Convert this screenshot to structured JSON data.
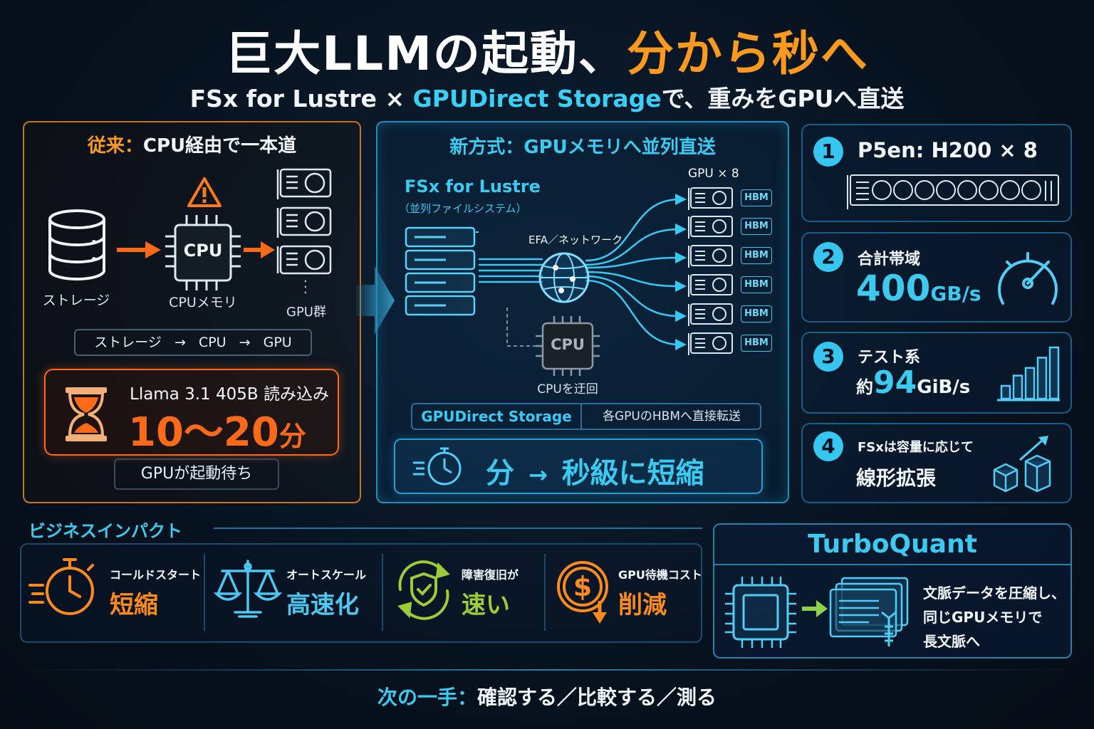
{
  "title": {
    "part1": "巨大LLMの起動、",
    "part2": "分から秒へ"
  },
  "subtitle": {
    "part1": "FSx for Lustre × ",
    "part2": "GPUDirect Storage",
    "part3": "で、重みをGPUへ直送"
  },
  "left_panel": {
    "header_prefix": "従来：",
    "header_rest": "CPU経由で一本道",
    "storage_label": "ストレージ",
    "cpu_chip": "CPU",
    "cpu_label": "CPUメモリ",
    "gpu_label": "GPU群",
    "flow_storage": "ストレージ",
    "flow_arrow1": "→",
    "flow_cpu": "CPU",
    "flow_arrow2": "→",
    "flow_gpu": "GPU",
    "load_label": "Llama 3.1 405B 読み込み",
    "load_value": "10〜20",
    "load_unit": "分",
    "wait_label": "GPUが起動待ち"
  },
  "mid_panel": {
    "header": "新方式：GPUメモリへ並列直送",
    "fsx_title": "FSx for Lustre",
    "fsx_sub": "（並列ファイルシステム）",
    "efa_label": "EFA／ネットワーク",
    "gpu_count": "GPU × 8",
    "hbm_labels": [
      "HBM",
      "HBM",
      "HBM",
      "HBM",
      "HBM",
      "HBM"
    ],
    "cpu_chip": "CPU",
    "cpu_bypass": "CPUを迂回",
    "gds_label": "GPUDirect Storage",
    "gds_desc": "各GPUのHBMへ直接転送",
    "result_a": "分",
    "result_arrow": "→",
    "result_b": "秒級に短縮"
  },
  "cards": [
    {
      "num": "1",
      "title": "P5en: H200 × 8"
    },
    {
      "num": "2",
      "title": "合計帯域",
      "value": "400",
      "unit": "GB/s"
    },
    {
      "num": "3",
      "title": "テスト系",
      "prefix": "約",
      "value": "94",
      "unit": "GiB/s"
    },
    {
      "num": "4",
      "title": "FSxは容量に応じて",
      "value": "線形拡張"
    }
  ],
  "bar_levels": [
    0.25,
    0.45,
    0.6,
    0.8,
    1.0
  ],
  "business": {
    "header": "ビジネスインパクト",
    "items": [
      {
        "top": "コールドスタート",
        "bottom": "短縮",
        "color": "#ff8a1f",
        "icon": "stopwatch-icon"
      },
      {
        "top": "オートスケール",
        "bottom": "高速化",
        "color": "#4fc6ee",
        "icon": "scale-icon"
      },
      {
        "top": "障害復旧が",
        "bottom": "速い",
        "color": "#9ccc3a",
        "icon": "shield-check-icon"
      },
      {
        "top": "GPU待機コスト",
        "bottom": "削減",
        "color": "#ff8a1f",
        "icon": "dollar-down-icon"
      }
    ]
  },
  "turbo": {
    "title": "TurboQuant",
    "lines": [
      "文脈データを圧縮し、",
      "同じGPUメモリで",
      "長文脈へ"
    ]
  },
  "footer": {
    "prefix": "次の一手：",
    "text": "確認する／比較する／測る"
  },
  "colors": {
    "orange": "#ff9a1f",
    "cyan": "#3ad0f5",
    "background": "#07121f"
  }
}
